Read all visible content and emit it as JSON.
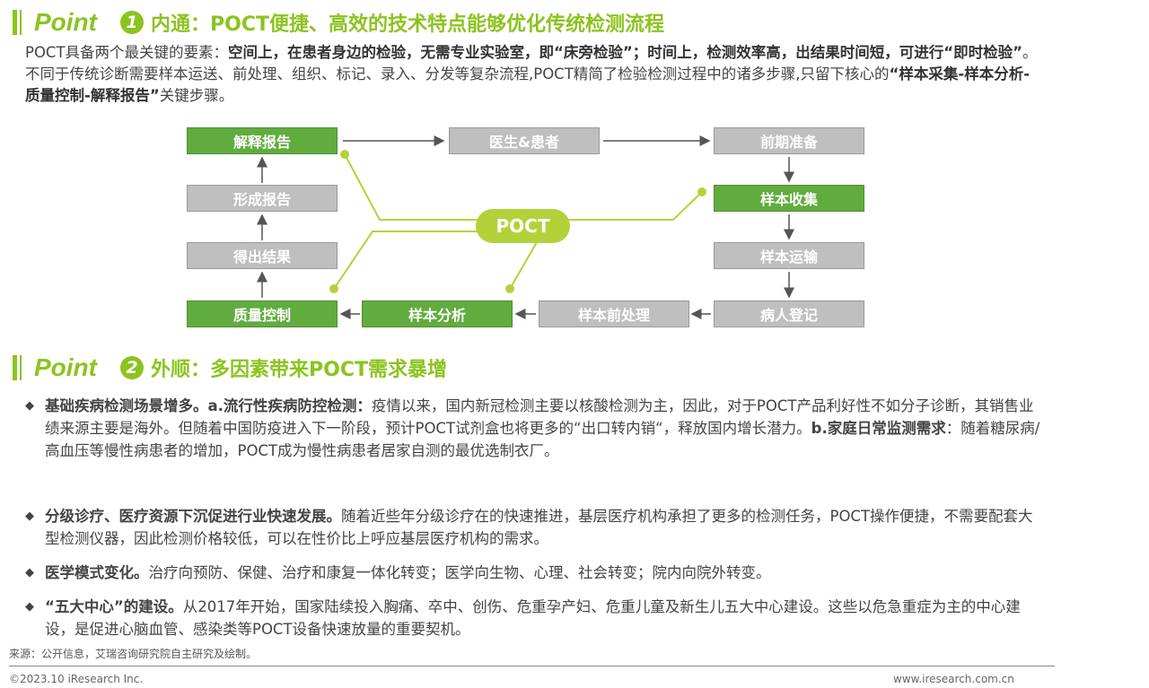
{
  "section1": {
    "point": "Point",
    "num": "1",
    "title": "内通：POCT便捷、高效的技术特点能够优化传统检测流程",
    "para": [
      {
        "t": "POCT具备两个最关键的要素："
      },
      {
        "t": "空间上，在患者身边的检验，无需专业实验室，即“床旁检验”；时间上，检测效率高，出结果时间短，可进行“即时检验”",
        "b": true
      },
      {
        "t": "。不同于传统诊断需要样本运送、前处理、组织、标记、录入、分发等复杂流程,POCT精简了检验检测过程中的诸多步骤,只留下核心的"
      },
      {
        "t": "“样本采集-样本分析-质量控制-解释报告”",
        "b": true
      },
      {
        "t": "关键步骤。"
      }
    ]
  },
  "diagram": {
    "center": "POCT",
    "boxes": {
      "report": "解释报告",
      "doctor": "医生&患者",
      "prep": "前期准备",
      "form": "形成报告",
      "collect": "样本收集",
      "result": "得出结果",
      "transport": "样本运输",
      "qc": "质量控制",
      "analysis": "样本分析",
      "preprocess": "样本前处理",
      "register": "病人登记"
    }
  },
  "section2": {
    "point": "Point",
    "num": "2",
    "title": "外顺：多因素带来POCT需求暴增",
    "bullets": [
      [
        {
          "t": "基础疾病检测场景增多。a.流行性疾病防控检测：",
          "b": true
        },
        {
          "t": "疫情以来，国内新冠检测主要以核酸检测为主，因此，对于POCT产品利好性不如分子诊断，其销售业绩来源主要是海外。但随着中国防疫进入下一阶段，预计POCT试剂盒也将更多的“出口转内销“，释放国内增长潜力。"
        },
        {
          "t": "b.家庭日常监测需求",
          "b": true
        },
        {
          "t": "：随着糖尿病/高血压等慢性病患者的增加，POCT成为慢性病患者居家自测的最优选制衣厂。"
        }
      ],
      [
        {
          "t": "分级诊疗、医疗资源下沉促进行业快速发展。",
          "b": true
        },
        {
          "t": "随着近些年分级诊疗在的快速推进，基层医疗机构承担了更多的检测任务，POCT操作便捷，不需要配套大型检测仪器，因此检测价格较低，可以在性价比上呼应基层医疗机构的需求。"
        }
      ],
      [
        {
          "t": "医学模式变化。",
          "b": true
        },
        {
          "t": "治疗向预防、保健、治疗和康复一体化转变；医学向生物、心理、社会转变；院内向院外转变。"
        }
      ],
      [
        {
          "t": "“五大中心”的建设。",
          "b": true
        },
        {
          "t": "从2017年开始，国家陆续投入胸痛、卒中、创伤、危重孕产妇、危重儿童及新生儿五大中心建设。这些以危急重症为主的中心建设，是促进心脑血管、感染类等POCT设备快速放量的重要契机。"
        }
      ]
    ]
  },
  "footer": {
    "source": "来源：公开信息，艾瑞咨询研究院自主研究及绘制。",
    "copyright": "©2023.10 iResearch Inc.",
    "url": "www.iresearch.com.cn"
  },
  "colors": {
    "accent": "#8cc31f",
    "green_box": "#61ac3f",
    "gray_box": "#bfbfbf"
  }
}
